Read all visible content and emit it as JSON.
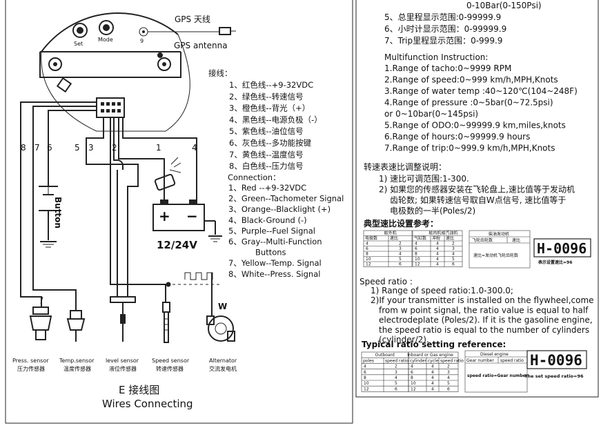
{
  "left": {
    "buttons": [
      "Set",
      "Mode"
    ],
    "pin_nine": "9",
    "gps_cn": "GPS 天线",
    "gps_en": "GPS antenna",
    "wire_numbers": [
      "8",
      "7",
      "6",
      "5",
      "3",
      "2",
      "1",
      "4"
    ],
    "button_label": "Button",
    "battery_plus": "+",
    "battery_minus": "−",
    "battery_voltage": "12/24V",
    "pulse_w": "W",
    "sensors": [
      {
        "en": "Press. sensor",
        "cn": "压力传感器"
      },
      {
        "en": "Temp.sensor",
        "cn": "温度传感器"
      },
      {
        "en": "level sensor",
        "cn": "液位传感器"
      },
      {
        "en": "Speed sensor",
        "cn": "转速传感器"
      },
      {
        "en": "Alternator",
        "cn": "交流发电机"
      }
    ],
    "caption_cn": "E 接线图",
    "caption_en": "Wires Connecting"
  },
  "wiring_cn": {
    "title": "接线：",
    "lines": [
      "1、红色线--+9-32VDC",
      "2、绿色线--转速信号",
      "3、橙色线--背光（+）",
      "4、黑色线--电源负极（-）",
      "5、紫色线--油位信号",
      "6、灰色线--多功能按键",
      "7、黄色线--温度信号",
      "8、白色线--压力信号"
    ]
  },
  "connection_en": {
    "title": "Connection：",
    "lines": [
      "1、Red --+9-32VDC",
      "2、Green--Tachometer Signal",
      "3、Orange--Blacklight (+)",
      "4、Black-Ground (-)",
      "5、Purple--Fuel Signal",
      "6、Gray--Multi-Function",
      "Buttons",
      "7、Yellow--Temp. Signal",
      "8、White--Press. Signal"
    ]
  },
  "right": {
    "top_lines": [
      "0-10Bar(0-150Psi)",
      "5、总里程显示范围:0-99999.9",
      "6、小时计显示范围：0-99999.9",
      "7、Trip里程显示范围：0-999.9"
    ],
    "multi_title": "Multifunction Instruction:",
    "multi_lines": [
      "1.Range of tacho:0~9999 RPM",
      "2.Range of speed:0~999 km/h,MPH,Knots",
      "3.Range of water temp :40~120℃(104~248F)",
      "4.Range of pressure :0~5bar(0~72.5psi)",
      "  or 0~10bar(0~145psi)",
      "5.Range of ODO:0~99999.9 km,miles,knots",
      "6.Range of hours:0~99999.9 hours",
      "7.Range of trip:0~999.9 km/h,MPH,Knots"
    ],
    "cn_ratio_title": "转速表速比调整说明：",
    "cn_ratio_lines": [
      "1) 速比可调范围:1-300.",
      "2) 如果您的传感器安装在飞轮盘上,速比值等于发动机",
      "齿轮数; 如果转速信号取自W点信号, 速比值等于",
      "电极数的一半(Poles/2)"
    ],
    "cn_ref_title": "典型速比设置参考：",
    "cn_t1": {
      "header": "舷外机",
      "cols": [
        "电极数",
        "速比"
      ],
      "rows": [
        [
          "4",
          "2"
        ],
        [
          "6",
          "3"
        ],
        [
          "8",
          "4"
        ],
        [
          "10",
          "5"
        ],
        [
          "12",
          "6"
        ]
      ]
    },
    "cn_t2": {
      "header": "舷内机或汽油机",
      "cols": [
        "气缸数",
        "冲程",
        "速比"
      ],
      "rows": [
        [
          "4",
          "4",
          "2"
        ],
        [
          "6",
          "4",
          "3"
        ],
        [
          "8",
          "4",
          "4"
        ],
        [
          "10",
          "4",
          "5"
        ],
        [
          "12",
          "4",
          "6"
        ]
      ]
    },
    "cn_t3": {
      "header": "柴油发动机",
      "cols": [
        "飞轮齿轮数",
        "速比"
      ],
      "formula": "速比=发动机飞轮齿轮数"
    },
    "cn_lcd": "H-0096",
    "cn_lcd_caption": "表示设置速比=96",
    "en_ratio_title": "Speed ratio :",
    "en_ratio_lines": [
      "1) Range of speed ratio:1.0-300.0;",
      "2)If your transmitter is installed on the flywheel,come",
      "from w point signal, the ratio value is equal to half",
      "electrodeplate (Poles/2). If it is the gasoline engine,",
      "the speed ratio is equal to the   number of cylinders",
      "(cylinder/2)."
    ],
    "en_ref_title": "Typical ratio setting reference:",
    "en_t1": {
      "header": "Outboard",
      "cols": [
        "poles",
        "speed ratio"
      ],
      "rows": [
        [
          "4",
          "2"
        ],
        [
          "6",
          "3"
        ],
        [
          "8",
          "4"
        ],
        [
          "10",
          "5"
        ],
        [
          "12",
          "6"
        ]
      ]
    },
    "en_t2": {
      "header": "Inboard or Gas engine",
      "cols": [
        "cylinder",
        "cycle",
        "speed ratio"
      ],
      "rows": [
        [
          "4",
          "4",
          "2"
        ],
        [
          "6",
          "4",
          "3"
        ],
        [
          "8",
          "4",
          "4"
        ],
        [
          "10",
          "4",
          "5"
        ],
        [
          "12",
          "4",
          "6"
        ]
      ]
    },
    "en_t3": {
      "header": "Diesel engine",
      "cols": [
        "Gear number",
        "speed ratio"
      ],
      "formula": "speed ratio=Gear number"
    },
    "en_lcd": "H-0096",
    "en_lcd_caption": "The set speed ratio=96"
  }
}
